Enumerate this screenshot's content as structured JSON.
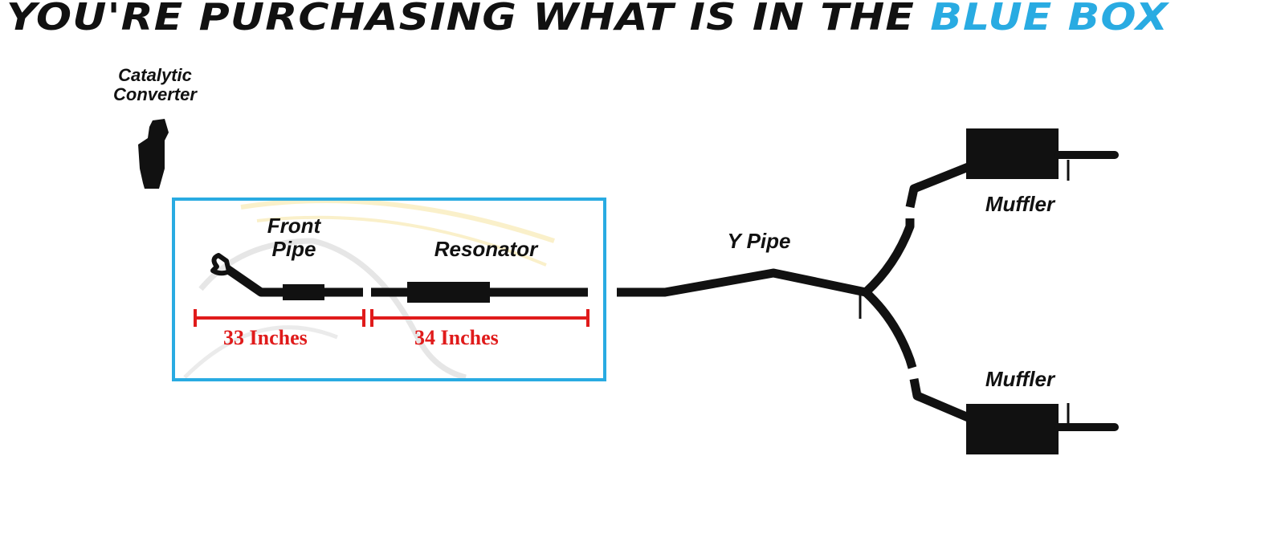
{
  "header": {
    "title_part1": "YOU'RE PURCHASING WHAT IS IN THE ",
    "title_accent": "BLUE BOX"
  },
  "labels": {
    "catalytic_line1": "Catalytic",
    "catalytic_line2": "Converter",
    "front_pipe_line1": "Front",
    "front_pipe_line2": "Pipe",
    "resonator": "Resonator",
    "y_pipe": "Y Pipe",
    "muffler_top": "Muffler",
    "muffler_bottom": "Muffler"
  },
  "measurements": {
    "front_pipe": "33 Inches",
    "resonator": "34 Inches"
  },
  "colors": {
    "accent_blue": "#29abe2",
    "measure_red": "#e01b1b",
    "pipe_black": "#111111"
  }
}
